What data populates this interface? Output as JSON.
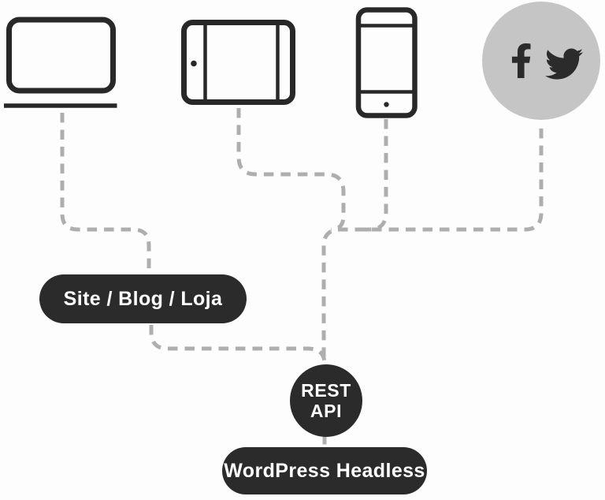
{
  "diagram": {
    "description": "WordPress Headless architecture diagram",
    "nodes": {
      "site_pill": {
        "label": "Site / Blog / Loja"
      },
      "rest_api": {
        "line1": "REST",
        "line2": "API"
      },
      "wordpress_pill": {
        "label": "WordPress Headless"
      }
    },
    "icons": {
      "laptop": "laptop-icon",
      "tablet": "tablet-icon",
      "smartphone": "smartphone-icon",
      "facebook": "facebook-icon",
      "twitter": "twitter-icon",
      "social_group": "social-media-circle"
    },
    "connectors": [
      "laptop-to-site-pill",
      "site-pill-to-rest-api",
      "tablet-to-junction",
      "smartphone-to-junction",
      "social-to-rest-api-trunk",
      "rest-api-to-wordpress"
    ],
    "colors": {
      "dark": "#2b2b2b",
      "social_circle_bg": "#c5c5c5",
      "dashed_line": "#aeaeae",
      "background": "#fdfdfd",
      "label_text": "#ffffff"
    }
  }
}
